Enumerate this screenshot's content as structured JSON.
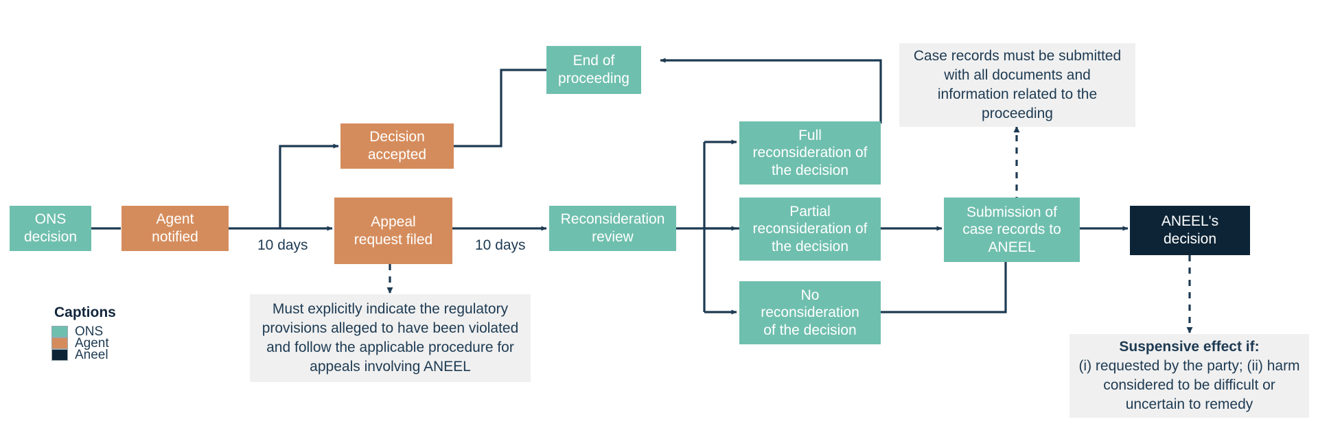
{
  "diagram": {
    "title": "ONS decision appeal flow to ANEEL",
    "colors": {
      "teal": "#6fbfae",
      "orange": "#d58c5c",
      "navy": "#0d2436",
      "line": "#1d3a52",
      "note_bg": "#f0f0f0",
      "note_text": "#1d3a52",
      "background": "#ffffff"
    },
    "nodes": {
      "ons_decision": "ONS\ndecision",
      "agent_notified": "Agent\nnotified",
      "decision_accepted": "Decision\naccepted",
      "appeal_request_filed": "Appeal\nrequest filed",
      "end_of_proceeding": "End of\nproceeding",
      "reconsideration_review": "Reconsideration\nreview",
      "full_reconsideration": "Full\nreconsideration of\nthe decision",
      "partial_reconsideration": "Partial\nreconsideration of\nthe decision",
      "no_reconsideration": "No\nreconsideration\nof the decision",
      "submission_case_records": "Submission of\ncase records to\nANEEL",
      "aneel_decision": "ANEEL's\ndecision"
    },
    "edge_labels": {
      "days_1": "10 days",
      "days_2": "10 days"
    },
    "notes": {
      "case_records": "Case records must be submitted with all documents and information related to the proceeding",
      "appeal_requirements": "Must explicitly indicate the regulatory provisions alleged to have been violated and follow the applicable procedure for appeals involving ANEEL",
      "suspensive_bold": "Suspensive effect if:",
      "suspensive_rest": "(i) requested by the party; (ii) harm considered to be difficult or uncertain to remedy"
    },
    "legend": {
      "title": "Captions",
      "items": [
        {
          "label": "ONS",
          "color": "#6fbfae"
        },
        {
          "label": "Agent",
          "color": "#d58c5c"
        },
        {
          "label": "Aneel",
          "color": "#0d2436"
        }
      ]
    }
  }
}
